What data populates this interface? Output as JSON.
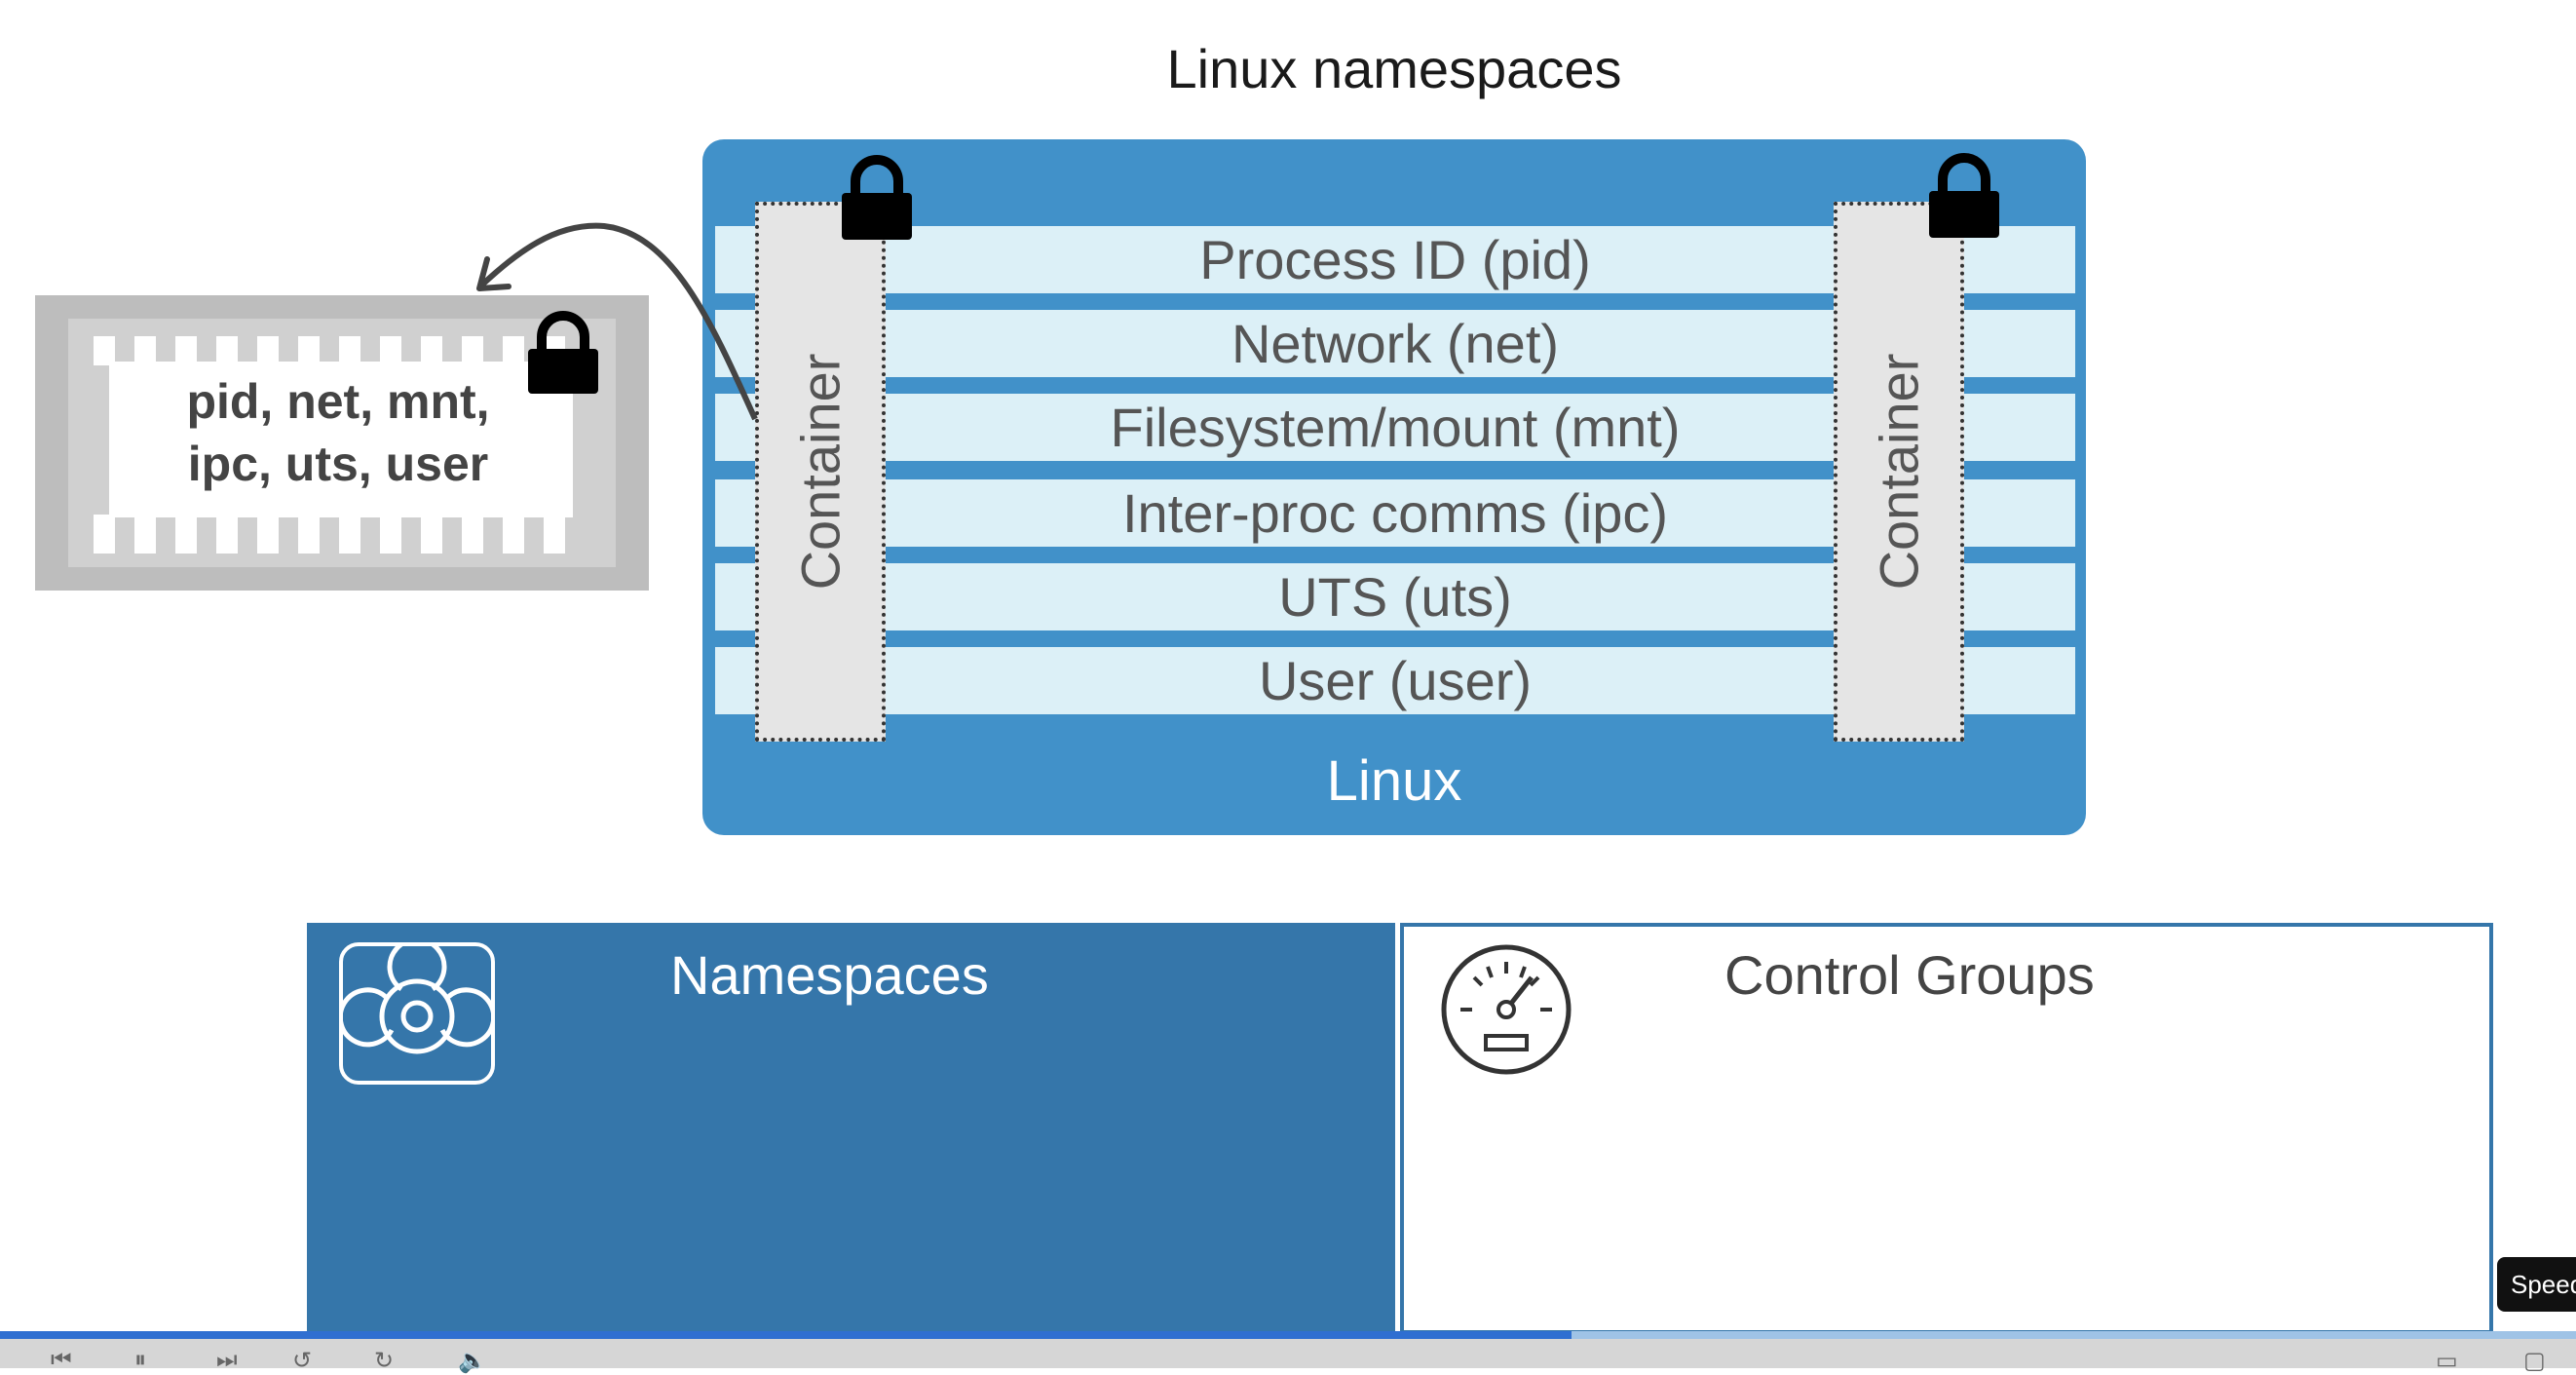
{
  "title": "Linux namespaces",
  "namespaces_list": [
    "Process ID (pid)",
    "Network (net)",
    "Filesystem/mount (mnt)",
    "Inter-proc comms (ipc)",
    "UTS (uts)",
    "User (user)"
  ],
  "host_label": "Linux",
  "container_label": "Container",
  "shipping_container": {
    "line1": "pid, net, mnt,",
    "line2": "ipc, uts, user"
  },
  "panels": {
    "namespaces": {
      "title": "Namespaces",
      "icon": "biohazard-icon"
    },
    "control_groups": {
      "title": "Control Groups",
      "icon": "gauge-icon"
    }
  },
  "player": {
    "speed_tooltip": "Speed",
    "progress": 0.61
  },
  "colors": {
    "host_blue": "#4191c9",
    "row_light": "#dcf0f7",
    "panel_blue": "#3576aa"
  }
}
